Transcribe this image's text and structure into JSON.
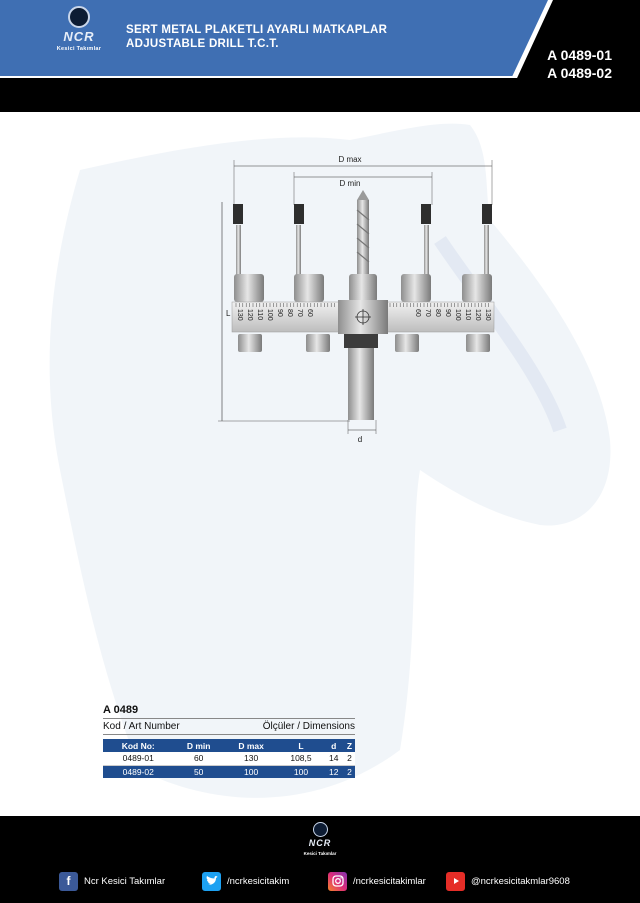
{
  "header": {
    "logo_text": "NCR",
    "logo_sub": "Kesici Takımlar",
    "title_line1": "SERT METAL PLAKETLI AYARLI MATKAPLAR",
    "title_line2": "ADJUSTABLE DRILL T.C.T.",
    "code1": "A 0489-01",
    "code2": "A 0489-02"
  },
  "drawing": {
    "dmax_label": "D max",
    "dmin_label": "D min",
    "l_label": "L",
    "d_label": "d",
    "scale_left": [
      "130",
      "120",
      "110",
      "100",
      "90",
      "80",
      "70",
      "60"
    ],
    "scale_right": [
      "60",
      "70",
      "80",
      "90",
      "100",
      "110",
      "120",
      "130"
    ]
  },
  "table": {
    "title": "A 0489",
    "sub_left": "Kod / Art Number",
    "sub_right": "Ölçüler / Dimensions",
    "headers": [
      "Kod No:",
      "D min",
      "D max",
      "L",
      "d",
      "Z"
    ],
    "rows": [
      [
        "0489-01",
        "60",
        "130",
        "108,5",
        "14",
        "2"
      ],
      [
        "0489-02",
        "50",
        "100",
        "100",
        "12",
        "2"
      ]
    ]
  },
  "footer": {
    "logo_text": "NCR",
    "logo_sub": "Kesici Takımlar",
    "social": [
      {
        "icon": "facebook-icon",
        "text": "Ncr Kesici Takımlar",
        "color": "#3b5998"
      },
      {
        "icon": "twitter-icon",
        "text": "/ncrkesicitakim",
        "color": "#1da1f2"
      },
      {
        "icon": "instagram-icon",
        "text": "/ncrkesicitakimlar",
        "color": "#c13584"
      },
      {
        "icon": "youtube-icon",
        "text": "@ncrkesicitakmlar9608",
        "color": "#e52d27"
      }
    ]
  },
  "colors": {
    "header_blue": "#3f6fb3",
    "table_blue": "#1f4d8f",
    "black": "#000000"
  }
}
